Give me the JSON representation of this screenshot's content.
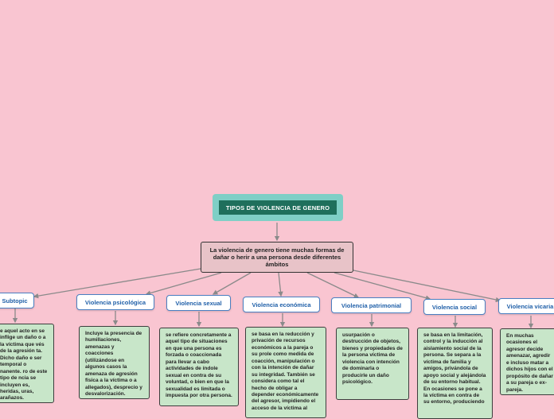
{
  "colors": {
    "background": "#f9c5d1",
    "root_outer": "#7fcfc6",
    "root_inner": "#1f6f5c",
    "main_fill": "#e8c3c8",
    "topic_border": "#4a7fc1",
    "topic_text": "#1f5fa8",
    "detail_fill": "#c8e6c9",
    "connector": "#8a8a8a"
  },
  "diagram": {
    "root": {
      "label": "TIPOS DE VIOLENCIA DE GENERO"
    },
    "main": {
      "label": "La violencia de genero tiene muchas formas de dañar o herir a una persona desde diferentes ámbitos"
    },
    "topics": [
      {
        "label": "Subtopic",
        "detail": "e aquel acto en se inflige un daño o a la víctima que vés de la agresión ta. Dicho daño e ser temporal o nanente. ro de este tipo de ncia se incluyen es, heridas, uras, arañazos."
      },
      {
        "label": "Violencia psicológica",
        "detail": "Incluye la presencia de humillaciones, amenazas y coacciones (utilizándose en algunos casos la amenaza de agresión física a la víctima o a allegados), desprecio y desvalorización."
      },
      {
        "label": "Violencia sexual",
        "detail": "se refiere concretamente a aquel tipo de situaciones en que una persona es forzada o coaccionada para llevar a cabo actividades de índole sexual en contra de su voluntad, o bien en que la sexualidad es limitada o impuesta por otra persona."
      },
      {
        "label": "Violencia económica",
        "detail": "se basa en la reducción y privación de recursos económicos a la pareja o su prole como medida de coacción, manipulación o con la intención de dañar su integridad. También se considera como tal el hecho de obligar a depender económicamente del agresor, impidiendo el acceso de la víctima al"
      },
      {
        "label": "Violencia patrimonial",
        "detail": "usurpación o destrucción de objetos, bienes y propiedades de la persona víctima de violencia con intención de dominarla o producirle un daño psicológico."
      },
      {
        "label": "Violencia social",
        "detail": "se basa en la limitación, control y la inducción al aislamiento social de la persona. Se separa a la víctima de familia y amigos, privándola de apoyo social y alejándola de su entorno habitual. En ocasiones se pone a la víctima en contra de su entorno, produciendo"
      },
      {
        "label": "Violencia vicaria",
        "detail": "En muchas ocasiones el agresor decide amenazar, agredir e incluso matar a dichos hijos con el propósito de dañar a su pareja o ex-pareja."
      }
    ]
  }
}
